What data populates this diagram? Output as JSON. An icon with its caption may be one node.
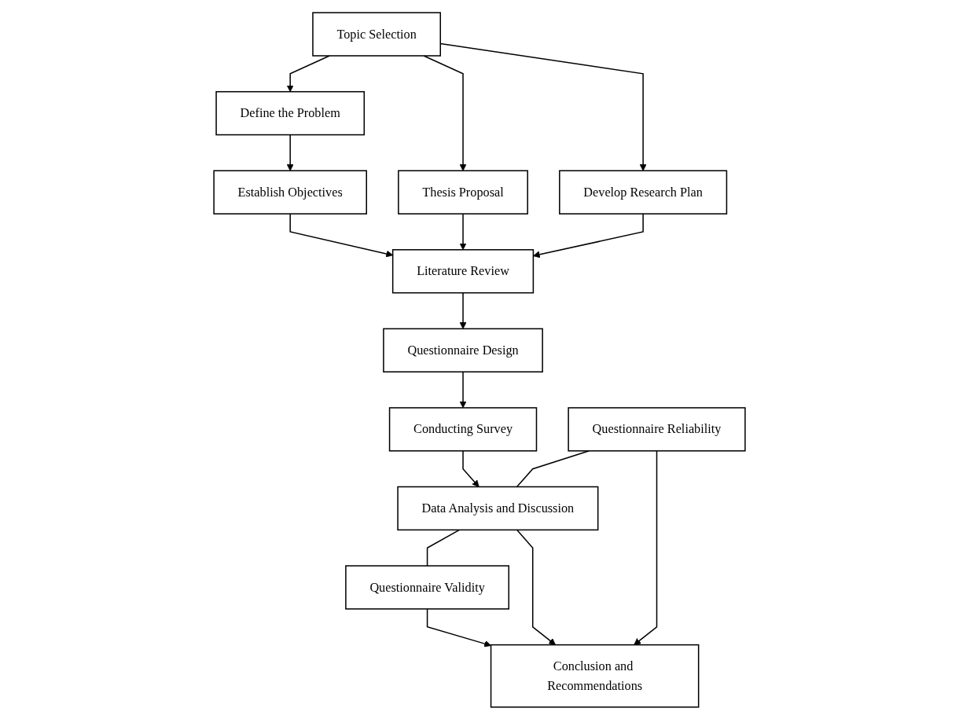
{
  "diagram": {
    "nodes": [
      {
        "text": [
          "Topic Selection"
        ]
      },
      {
        "text": [
          "Define the Problem"
        ]
      },
      {
        "text": [
          "Thesis Proposal"
        ]
      },
      {
        "text": [
          "Develop Research Plan"
        ]
      },
      {
        "text": [
          "Establish Objectives"
        ]
      },
      {
        "text": [
          "Literature Review"
        ]
      },
      {
        "text": [
          "Questionnaire Design"
        ]
      },
      {
        "text": [
          "Conducting Survey"
        ]
      },
      {
        "text": [
          "Questionnaire Reliability"
        ]
      },
      {
        "text": [
          "Data Analysis and Discussion"
        ]
      },
      {
        "text": [
          "Questionnaire Validity"
        ]
      },
      {
        "text": [
          "Conclusion and Recommendations"
        ]
      }
    ],
    "edges": [
      {
        "from": 0,
        "to": 1,
        "arrow": "to"
      },
      {
        "from": 0,
        "to": 2,
        "arrow": "to"
      },
      {
        "from": 0,
        "to": 3,
        "arrow": "to"
      },
      {
        "from": 1,
        "to": 4,
        "arrow": "to"
      },
      {
        "from": 4,
        "to": 5,
        "arrow": "to"
      },
      {
        "from": 2,
        "to": 5,
        "arrow": "to"
      },
      {
        "from": 3,
        "to": 5,
        "arrow": "to"
      },
      {
        "from": 5,
        "to": 6,
        "arrow": "to"
      },
      {
        "from": 6,
        "to": 7,
        "arrow": "to"
      },
      {
        "from": 7,
        "to": 9,
        "arrow": "to"
      },
      {
        "from": 8,
        "to": 9,
        "arrow": "none"
      },
      {
        "from": 9,
        "to": 10,
        "arrow": "none"
      },
      {
        "from": 8,
        "to": 11,
        "arrow": "to"
      },
      {
        "from": 9,
        "to": 11,
        "arrow": "to"
      },
      {
        "from": 10,
        "to": 11,
        "arrow": "to"
      }
    ]
  }
}
